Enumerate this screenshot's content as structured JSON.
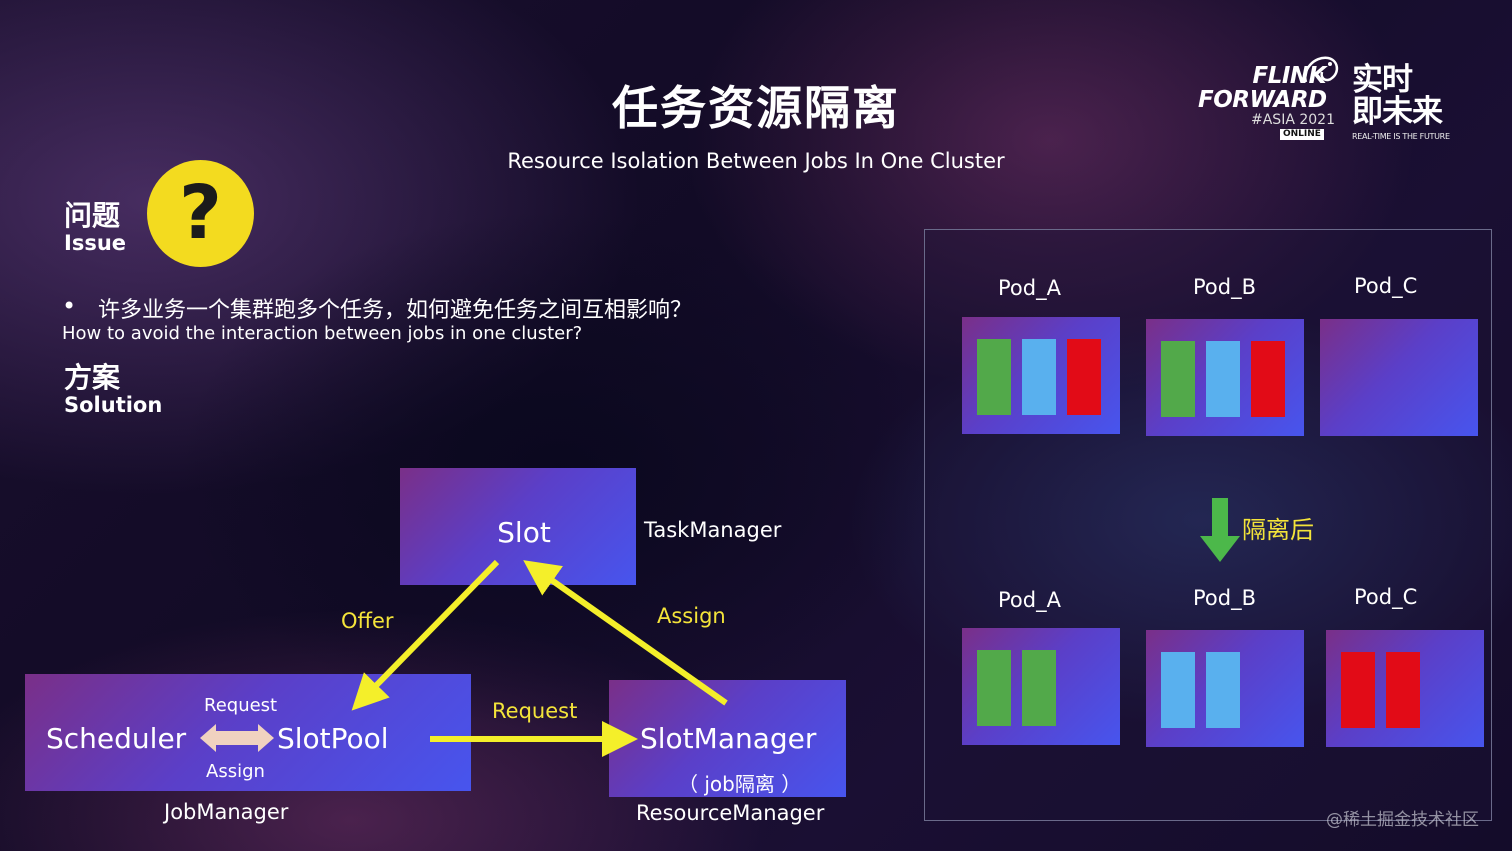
{
  "header": {
    "title": "任务资源隔离",
    "subtitle": "Resource Isolation Between Jobs In One Cluster"
  },
  "logo": {
    "line1": "FLINK",
    "line2": "FORWARD",
    "edition": "#ASIA 2021",
    "badge": "ONLINE",
    "cn_line1": "实时",
    "cn_line2": "即未来",
    "tagline": "REAL-TIME IS THE FUTURE"
  },
  "issue": {
    "heading_cn": "问题",
    "heading_en": "Issue",
    "icon_glyph": "?",
    "bullet": "•",
    "question_cn": "许多业务一个集群跑多个任务，如何避免任务之间互相影响？",
    "question_en": "How to avoid the interaction between jobs in one cluster?"
  },
  "solution": {
    "heading_cn": "方案",
    "heading_en": "Solution"
  },
  "diagram": {
    "slot": "Slot",
    "taskmanager": "TaskManager",
    "offer": "Offer",
    "assign": "Assign",
    "scheduler": "Scheduler",
    "slotpool": "SlotPool",
    "request_small": "Request",
    "assign_small": "Assign",
    "jobmanager": "JobManager",
    "request": "Request",
    "slotmanager": "SlotManager",
    "job_isolation": "（ job隔离 ）",
    "resourcemanager": "ResourceManager",
    "arrow_color": "#f4ef2a"
  },
  "isolation": {
    "before": [
      {
        "name": "Pod_A",
        "blocks": [
          "green",
          "blue",
          "red"
        ]
      },
      {
        "name": "Pod_B",
        "blocks": [
          "green",
          "blue",
          "red"
        ]
      },
      {
        "name": "Pod_C",
        "blocks": []
      }
    ],
    "after_label": "隔离后",
    "after": [
      {
        "name": "Pod_A",
        "blocks": [
          "green",
          "green"
        ]
      },
      {
        "name": "Pod_B",
        "blocks": [
          "blue",
          "blue"
        ]
      },
      {
        "name": "Pod_C",
        "blocks": [
          "red",
          "red"
        ]
      }
    ],
    "colors": {
      "green": "#52a94a",
      "blue": "#59b0ee",
      "red": "#e20b17"
    }
  },
  "watermark": "@稀土掘金技术社区"
}
